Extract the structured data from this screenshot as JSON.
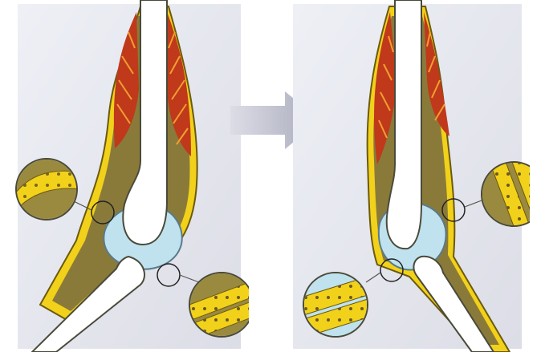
{
  "figure": {
    "panels": [
      {
        "id": "joint-flexed",
        "state": "bent"
      },
      {
        "id": "joint-extended",
        "state": "straight"
      }
    ],
    "transition": "arrow-right",
    "colors": {
      "background_panel": "#e8e8f0",
      "bone": "#ffffff",
      "bone_outline": "#4a4a3a",
      "muscle_red": "#c0391b",
      "muscle_orange": "#e07a1f",
      "tendon_yellow": "#f2d11a",
      "fascia_olive": "#8a7a3a",
      "cartilage_blue": "#bfe2ee",
      "arrow_gray": "#b8b8c8"
    },
    "icons": [
      "magnifier-circle-icon",
      "arrow-right-icon"
    ]
  }
}
